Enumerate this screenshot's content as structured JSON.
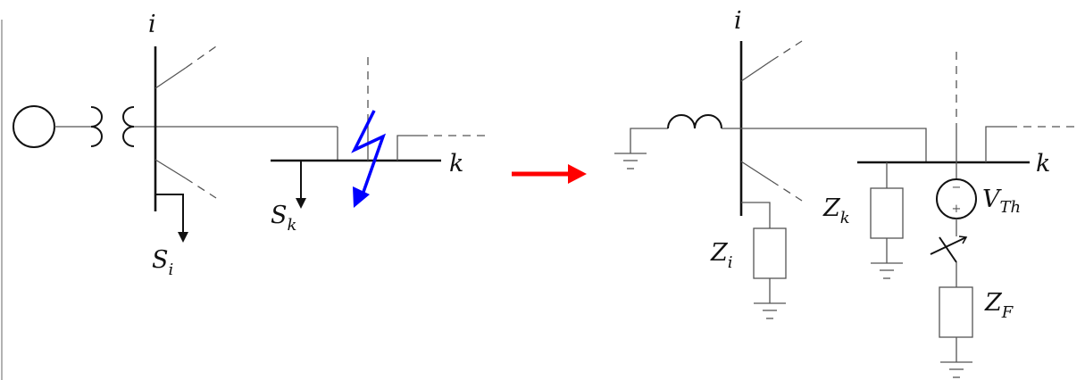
{
  "left_diagram": {
    "bus_i_label": "i",
    "bus_k_label": "k",
    "load_i": {
      "main": "S",
      "sub": "i"
    },
    "load_k": {
      "main": "S",
      "sub": "k"
    },
    "fault_color": "#0000ff"
  },
  "transition_arrow_color": "#ff0000",
  "right_diagram": {
    "bus_i_label": "i",
    "bus_k_label": "k",
    "imp_i": {
      "main": "Z",
      "sub": "i"
    },
    "imp_k": {
      "main": "Z",
      "sub": "k"
    },
    "source": {
      "main": "V",
      "sub": "Th",
      "minus": "−",
      "plus": "+"
    },
    "imp_f": {
      "main": "Z",
      "sub": "F"
    }
  }
}
